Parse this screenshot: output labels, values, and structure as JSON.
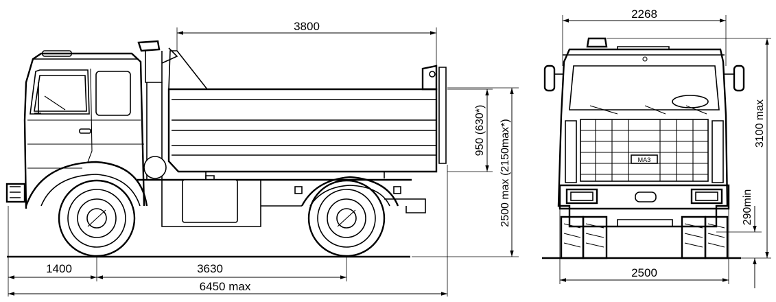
{
  "dimensions": {
    "body_length": "3800",
    "body_height": "950 (630*)",
    "max_height_with_side": "2150max*)",
    "overall_height_prefix": "2500 max (",
    "front_overhang": "1400",
    "wheelbase": "3630",
    "overall_length": "6450 max",
    "overall_width": "2268",
    "max_height": "3100 max",
    "ground_clearance": "290min",
    "track_width": "2500"
  },
  "logo": {
    "text": "МАЗ"
  }
}
